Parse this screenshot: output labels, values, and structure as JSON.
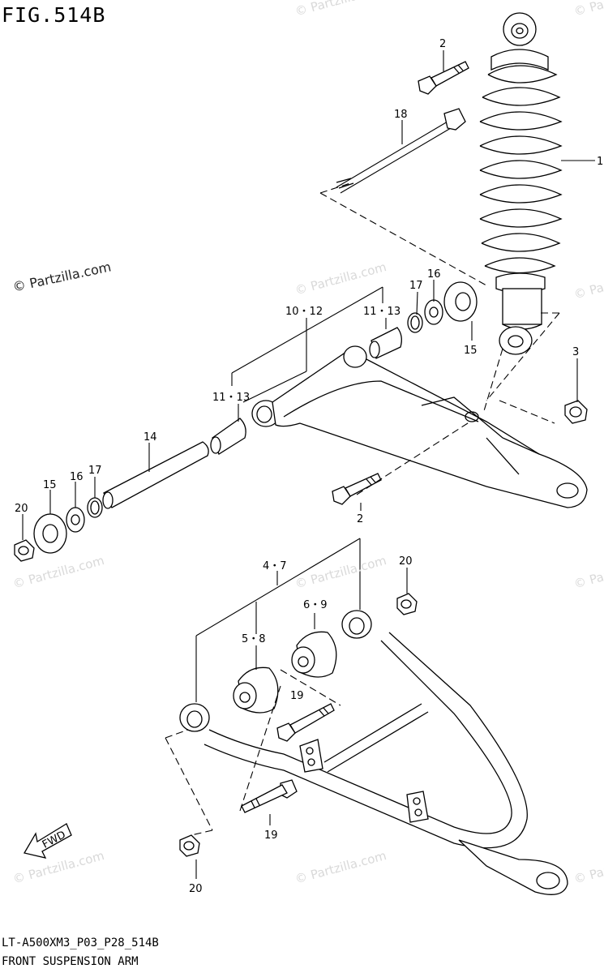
{
  "figure_title": "FIG.514B",
  "footer": {
    "model_line": "LT-A500XM3_P03_P28_514B",
    "section_name": "FRONT SUSPENSION ARM"
  },
  "watermark_primary": "© Partzilla.com",
  "watermark_faint": "© Partzilla.com",
  "fwd_label": "FWD",
  "callouts": {
    "shock_absorber": "1",
    "bolt_top": "2",
    "bolt_mid": "2",
    "nut_right": "3",
    "bushing_upper_a": "4・7",
    "bushing_upper_b": "6・9",
    "bushing_lower": "5・8",
    "arm_upper_assy": "10・12",
    "sleeve_right": "11・13",
    "sleeve_left": "11・13",
    "shaft": "14",
    "cap_left": "15",
    "cap_right": "15",
    "washer_left": "16",
    "washer_right": "16",
    "seal_left": "17",
    "seal_right": "17",
    "bolt_long": "18",
    "bolt_lower_a": "19",
    "bolt_lower_b": "19",
    "nut_left_upper": "20",
    "nut_lower_right": "20",
    "nut_lower_left": "20"
  }
}
